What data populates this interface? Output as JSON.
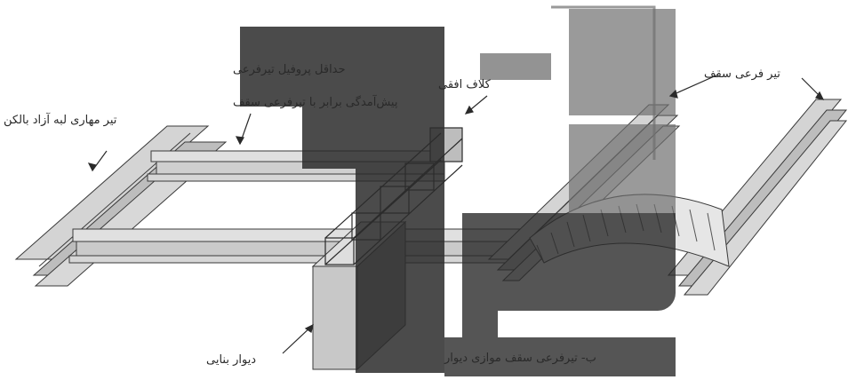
{
  "labels": {
    "min_profile": "حداقل پروفیل تیرفرعی",
    "projection": "پیش‌آمدگی برابر با تیرفرعی سقف",
    "wall_beam": "تیر مهاری لبه آزاد بالکن",
    "horizontal_tie": "کلاف افقی",
    "roof_joist": "تیر فرعی سقف",
    "masonry_wall": "دیوار بنایی",
    "caption": "ب- تیرفرعی سقف موازی دیوار"
  },
  "colors": {
    "steel": "#d9d9d9",
    "steel_dark": "#a6a6a6",
    "line": "#3a3a3a",
    "watermark_dark": "#2b2b2b",
    "watermark_light": "#6f6f6f",
    "arch": "#e6e6e6"
  }
}
